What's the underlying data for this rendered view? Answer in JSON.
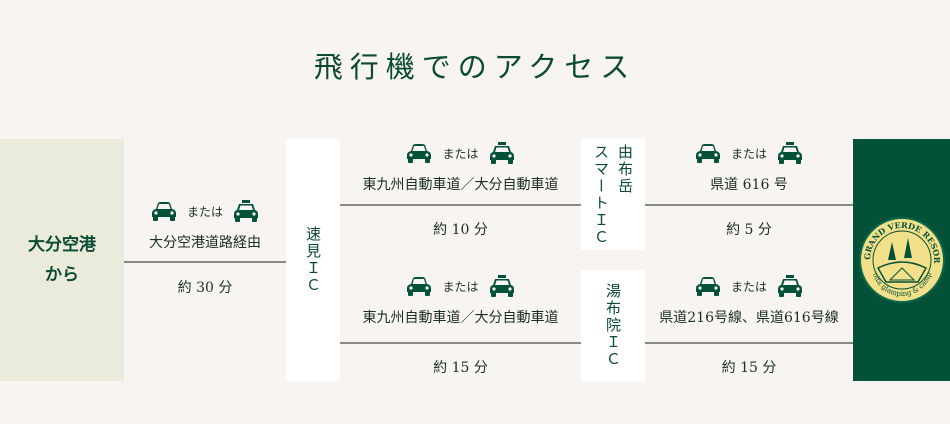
{
  "title": "飛行機でのアクセス",
  "origin": "大分空港\nから",
  "or_text": "または",
  "leg1": {
    "route": "大分空港道路経由",
    "duration": "約 30 分"
  },
  "hayami_ic": "速見ＩＣ",
  "yufudake_ic": "由布岳\nスマートＩＣ",
  "yufuin_ic": "湯布院ＩＣ",
  "upper": {
    "route1": "東九州自動車道／大分自動車道",
    "duration1": "約 10 分",
    "route2": "県道 616 号",
    "duration2": "約 5 分"
  },
  "lower": {
    "route1": "東九州自動車道／大分自動車道",
    "duration1": "約 15 分",
    "route2": "県道216号線、県道616号線",
    "duration2": "約 15 分"
  },
  "logo": {
    "name": "GRAND VERDE RESORT",
    "sub": "oita glamping & camp"
  },
  "colors": {
    "green": "#04513a",
    "origin_bg": "#ebebdc",
    "logo": "#f3e08a"
  }
}
